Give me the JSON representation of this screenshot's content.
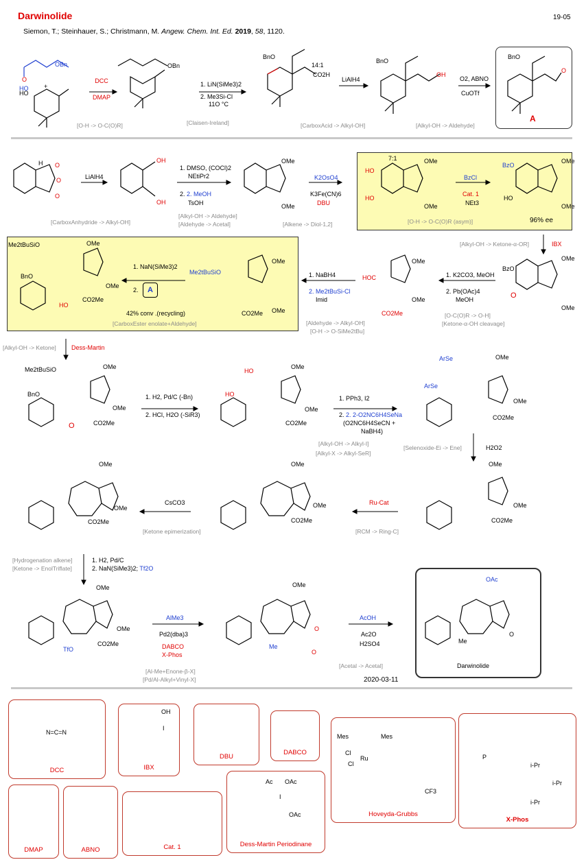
{
  "header": {
    "title": "Darwinolide",
    "code": "19-05",
    "authors": "Siemon, T.; Steinhauer, S.; Christmann, M.",
    "journal": "Angew. Chem. Int. Ed.",
    "year": "2019",
    "volume": "58",
    "pages": ", 1120."
  },
  "route_a": {
    "step1": {
      "reagent1": "DCC",
      "reagent2": "DMAP",
      "tag": "[O-H -> O-C(O)R]"
    },
    "step2": {
      "line1": "1. LiN(SiMe3)2",
      "line2": "2. Me3Si-Cl",
      "line3": "11O °C",
      "tag": "[Claisen-Ireland]",
      "ratio": "14:1"
    },
    "step3": {
      "reagent": "LiAlH4",
      "tag": "[CarboxAcid -> Alkyl-OH]"
    },
    "step4": {
      "reagent": "O2, ABNO",
      "reagent2": "CuOTf",
      "tag": "[Alkyl-OH -> Aldehyde]"
    },
    "product_label": "A"
  },
  "route_b": {
    "step1": {
      "reagent": "LiAlH4",
      "tag": "[CarboxAnhydride -> Alkyl-OH]"
    },
    "step2": {
      "line1": "1. DMSO, (COCl)2",
      "line2": "NEtiPr2",
      "line3": "2. MeOH",
      "line4": "TsOH",
      "tag1": "[Alkyl-OH -> Aldehyde]",
      "tag2": "[Aldehyde -> Acetal]"
    },
    "step3": {
      "line1": "K2OsO4",
      "line2": "K3Fe(CN)6",
      "line3": "DBU",
      "tag": "[Alkene -> Diol-1,2]"
    },
    "step4": {
      "line1": "BzCl",
      "line2": "Cat. 1",
      "line3": "NEt3",
      "tag": "[O-H -> O-C(O)R (asym)]",
      "ee": "96% ee",
      "ratio": "7:1"
    },
    "step5": {
      "reagent": "IBX",
      "tag": "[Alkyl-OH -> Ketone-α-OR]"
    },
    "step6": {
      "line1": "1. K2CO3, MeOH",
      "line2": "2. Pb(OAc)4",
      "line3": "MeOH",
      "tag1": "[O-C(O)R -> O-H]",
      "tag2": "[Ketone-α-OH cleavage]"
    },
    "step7": {
      "line1": "1. NaBH4",
      "line2": "2. Me2tBuSi-Cl",
      "line3": "Imid",
      "tag1": "[Aldehyde -> Alkyl-OH]",
      "tag2": "[O-H -> O-SiMe2tBu]"
    },
    "step8": {
      "line1": "1. NaN(SiMe3)2",
      "line2": "2.",
      "boxed": "A",
      "line3": "42% conv .(recycling)",
      "tag": "[CarboxEster enolate+Aldehyde]"
    }
  },
  "route_c": {
    "step1": {
      "reagent": "Dess-Martin",
      "tag": "[Alkyl-OH -> Ketone]"
    },
    "step2": {
      "line1": "1. H2, Pd/C (-Bn)",
      "line2": "2. HCl, H2O (-SiR3)"
    },
    "step3": {
      "line1": "1. PPh3, I2",
      "line2": "2. 2-O2NC6H4SeNa",
      "line3": "(O2NC6H4SeCN +",
      "line4": "NaBH4)",
      "tag1": "[Alkyl-OH -> Alkyl-I]",
      "tag2": "[Alkyl-X -> Alkyl-SeR]"
    },
    "step4": {
      "reagent": "H2O2",
      "tag": "[Selenoxide-Ei -> Ene]"
    },
    "step5": {
      "reagent": "Ru-Cat",
      "tag": "[RCM -> Ring-C]"
    },
    "step6": {
      "reagent": "CsCO3",
      "tag": "[Ketone epimerization]"
    },
    "step7": {
      "line1": "1. H2, Pd/C",
      "line2": "2. NaN(SiMe3)2;",
      "line2b": "Tf2O",
      "tag1": "[Hydrogenation alkene]",
      "tag2": "[Ketone -> EnolTriflate]"
    },
    "step8": {
      "line1": "AlMe3",
      "line2": "Pd2(dba)3",
      "line3": "DABCO",
      "line4": "X-Phos",
      "tag1": "[Al-Me+Enone-β-X]",
      "tag2": "[Pd/Al-Alkyl+Vinyl-X]"
    },
    "step9": {
      "line1": "AcOH",
      "line2": "Ac2O",
      "line3": "H2SO4",
      "tag": "[Acetal -> Acetal]"
    },
    "date": "2020-03-11",
    "final_label": "Darwinolide"
  },
  "atoms": {
    "OBn": "OBn",
    "BnO": "BnO",
    "HO": "HO",
    "O": "O",
    "H": "H",
    "OMe": "OMe",
    "CO2H": "CO2H",
    "OH": "OH",
    "CO2Me": "CO2Me",
    "OTf": "TfO",
    "Me": "Me",
    "OAc": "OAc",
    "BzO": "BzO",
    "HOC": "HOC",
    "TBSO": "Me2tBuSiO",
    "ArSe": "ArSe"
  },
  "legend": {
    "dcc": "DCC",
    "ibx": "IBX",
    "dbu": "DBU",
    "dabco": "DABCO",
    "hoveyda": "Hoveyda-Grubbs",
    "xphos": "X-Phos",
    "dmap": "DMAP",
    "abno": "ABNO",
    "cat1": "Cat. 1",
    "dmp": "Dess-Martin Periodinane",
    "mes": "Mes",
    "ipr": "i-Pr",
    "cl": "Cl",
    "ru": "Ru",
    "ac": "Ac",
    "cf3": "CF3",
    "p": "P",
    "n": "N",
    "i": "I"
  },
  "colors": {
    "red": "#e00000",
    "blue": "#1f3fd0",
    "grey": "#8a8a8a",
    "box_yellow": "#fdfbb4"
  }
}
